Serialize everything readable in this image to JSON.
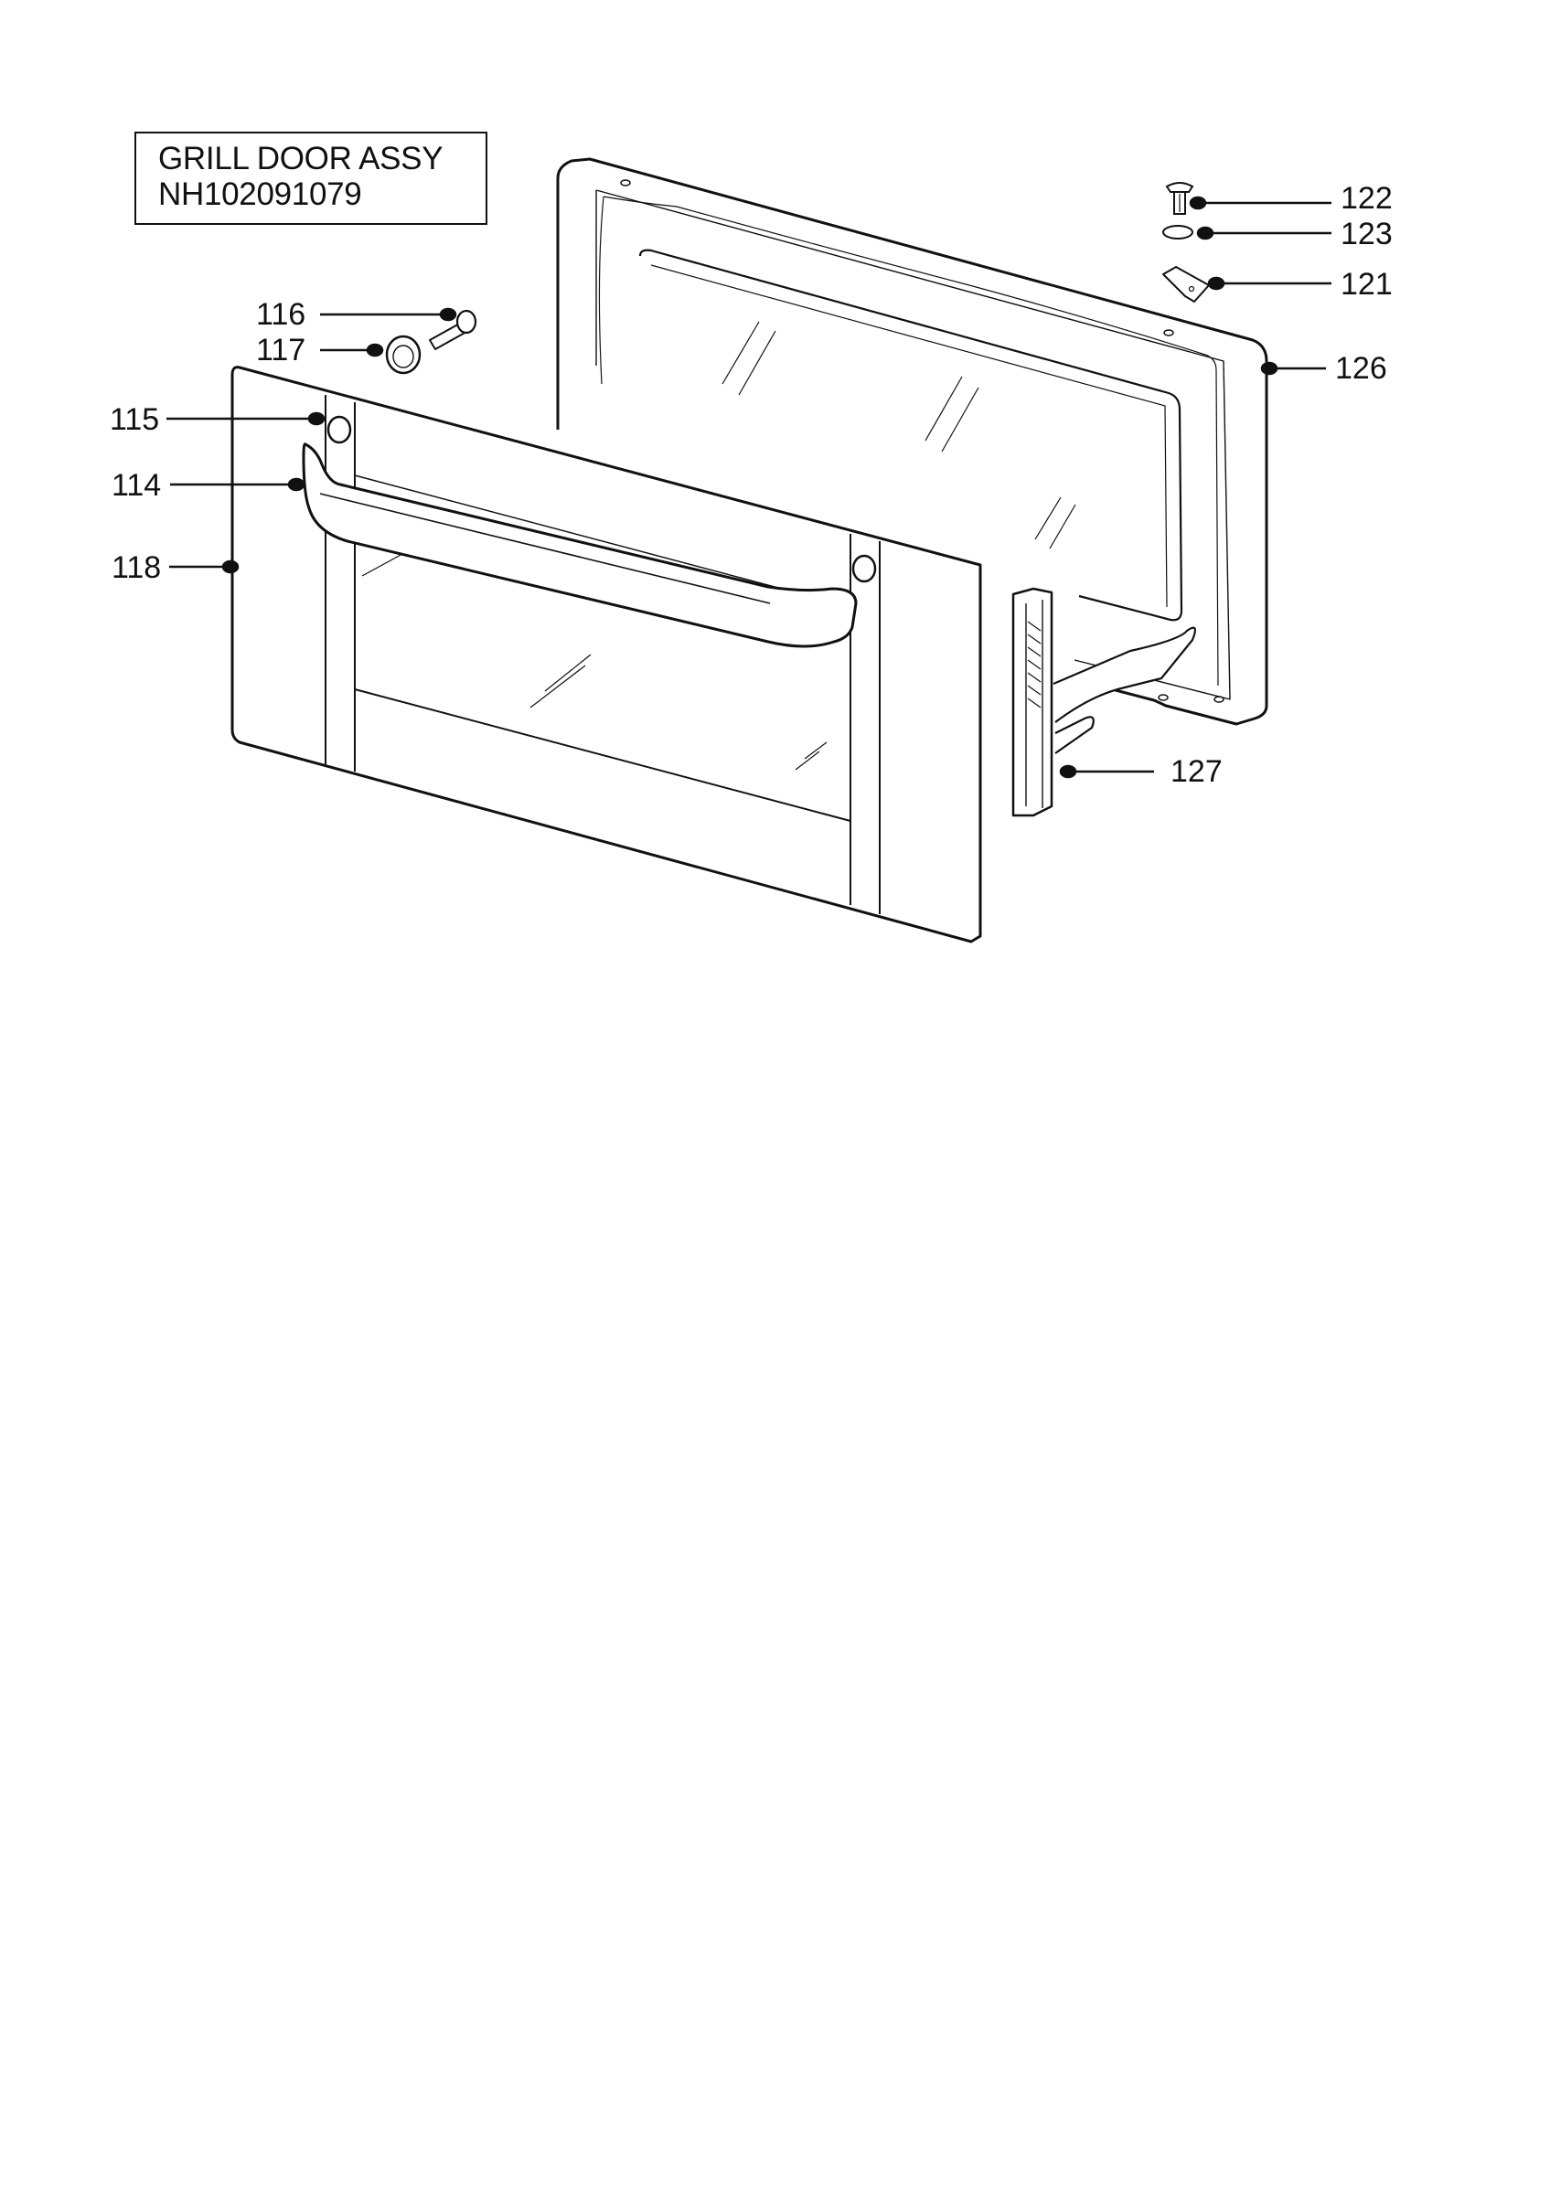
{
  "title": {
    "line1": "GRILL DOOR ASSY",
    "line2": "NH102091079"
  },
  "callouts": {
    "c114": "114",
    "c115": "115",
    "c116": "116",
    "c117": "117",
    "c118": "118",
    "c121": "121",
    "c122": "122",
    "c123": "123",
    "c126": "126",
    "c127": "127"
  },
  "colors": {
    "line": "#111111",
    "background": "#ffffff"
  }
}
